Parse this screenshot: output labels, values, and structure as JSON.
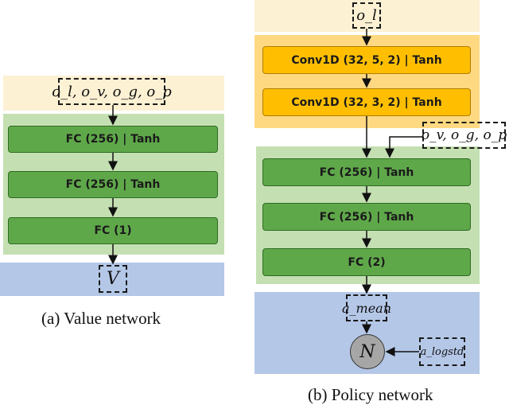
{
  "value_network": {
    "input_label": "o_l, o_v, o_g, o_p",
    "layers": [
      "FC (256) | Tanh",
      "FC (256) | Tanh",
      "FC (1)"
    ],
    "output_label": "V",
    "caption": "(a)  Value network"
  },
  "policy_network": {
    "input_label": "o_l",
    "conv_layers": [
      "Conv1D (32, 5, 2) | Tanh",
      "Conv1D (32, 3, 2) | Tanh"
    ],
    "side_input_label": "o_v, o_g, o_p",
    "fc_layers": [
      "FC (256) | Tanh",
      "FC (256) | Tanh",
      "FC (2)"
    ],
    "mean_label": "a_mean",
    "dist_label": "N",
    "logstd_label": "a_logstd",
    "caption": "(b)  Policy network"
  },
  "colors": {
    "input_band": "#fdf1d4",
    "conv_band": "#ffd982",
    "fc_band": "#c4e0b2",
    "output_band": "#b4c7e7",
    "fc_box": "#5fa84a",
    "conv_box": "#ffbf00",
    "circle": "#a6a6a6"
  }
}
